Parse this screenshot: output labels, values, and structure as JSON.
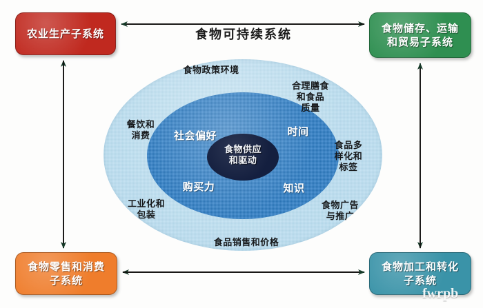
{
  "diagram": {
    "title": "食物可持续系统",
    "watermark": "fwrpb",
    "boxes": [
      {
        "id": "agriculture",
        "label": "农业生产子系统",
        "color": "#c0291f",
        "position": "top-left"
      },
      {
        "id": "storage-transport-trade",
        "label": "食物储存、运输\n和贸易子系统",
        "color": "#2f8f51",
        "position": "top-right"
      },
      {
        "id": "retail-consumption",
        "label": "食物零售和消费\n子系统",
        "color": "#ef7d2c",
        "position": "bottom-left"
      },
      {
        "id": "processing-transformation",
        "label": "食物加工和转化\n子系统",
        "color": "#3a93a8",
        "position": "bottom-right"
      }
    ],
    "rings": {
      "outer": {
        "color": "#b9dcef",
        "labels": [
          {
            "id": "policy",
            "label": "食物政策环境"
          },
          {
            "id": "diet",
            "label": "合理膳食\n和食品\n  质量"
          },
          {
            "id": "catering",
            "label": "餐饮和\n消费"
          },
          {
            "id": "diversify",
            "label": "食品多\n样化和\n标签"
          },
          {
            "id": "industry",
            "label": "工业化和\n包装"
          },
          {
            "id": "ads",
            "label": "食物广告\n与推广"
          },
          {
            "id": "sales",
            "label": "食品销售和价格"
          }
        ]
      },
      "middle": {
        "color": "#2e7fc8",
        "labels": [
          {
            "id": "social-preference",
            "label": "社会偏好"
          },
          {
            "id": "time",
            "label": "时间"
          },
          {
            "id": "purchasing-power",
            "label": "购买力"
          },
          {
            "id": "knowledge",
            "label": "知识"
          }
        ]
      },
      "inner": {
        "color": "#141f3f",
        "labels": [
          {
            "id": "food-supply-drive",
            "label": "食物供应\n和驱动"
          }
        ]
      }
    }
  }
}
